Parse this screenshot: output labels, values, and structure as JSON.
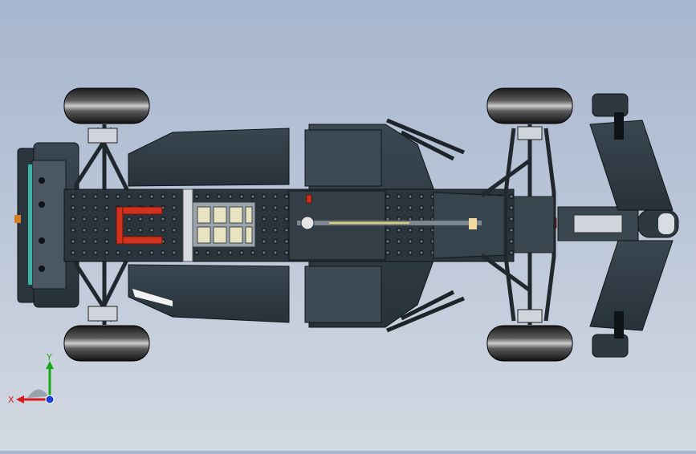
{
  "scene": {
    "model": "lego-technic-racing-car-chassis-top-view",
    "background_top": "#a7b6cf",
    "background_bottom": "#d3d9e2",
    "body_color": "#2f3a43",
    "tire_color": "#0e0e0e",
    "accent_red": "#d0321e",
    "accent_yellow": "#e3cf5a"
  },
  "triad": {
    "x_label": "X",
    "y_label": "Y",
    "x_color": "#d41c1c",
    "y_color": "#1aa81a",
    "z_color": "#1a3fd4"
  }
}
